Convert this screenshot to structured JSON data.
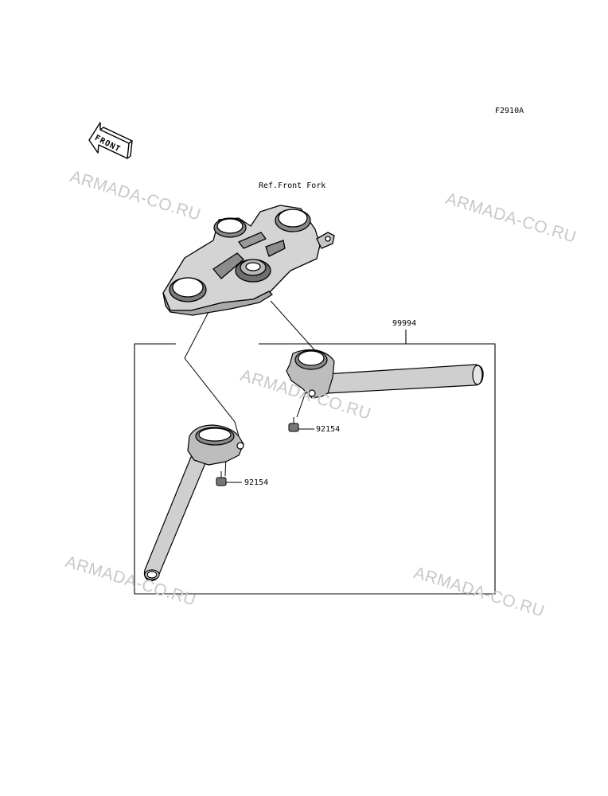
{
  "figure_code": "F2910A",
  "front_label": "FRONT",
  "ref_label": "Ref.Front Fork",
  "parts": {
    "kit": "99994",
    "bolt_right": "92154",
    "bolt_left": "92154"
  },
  "watermark": "ARMADA-CO.RU"
}
